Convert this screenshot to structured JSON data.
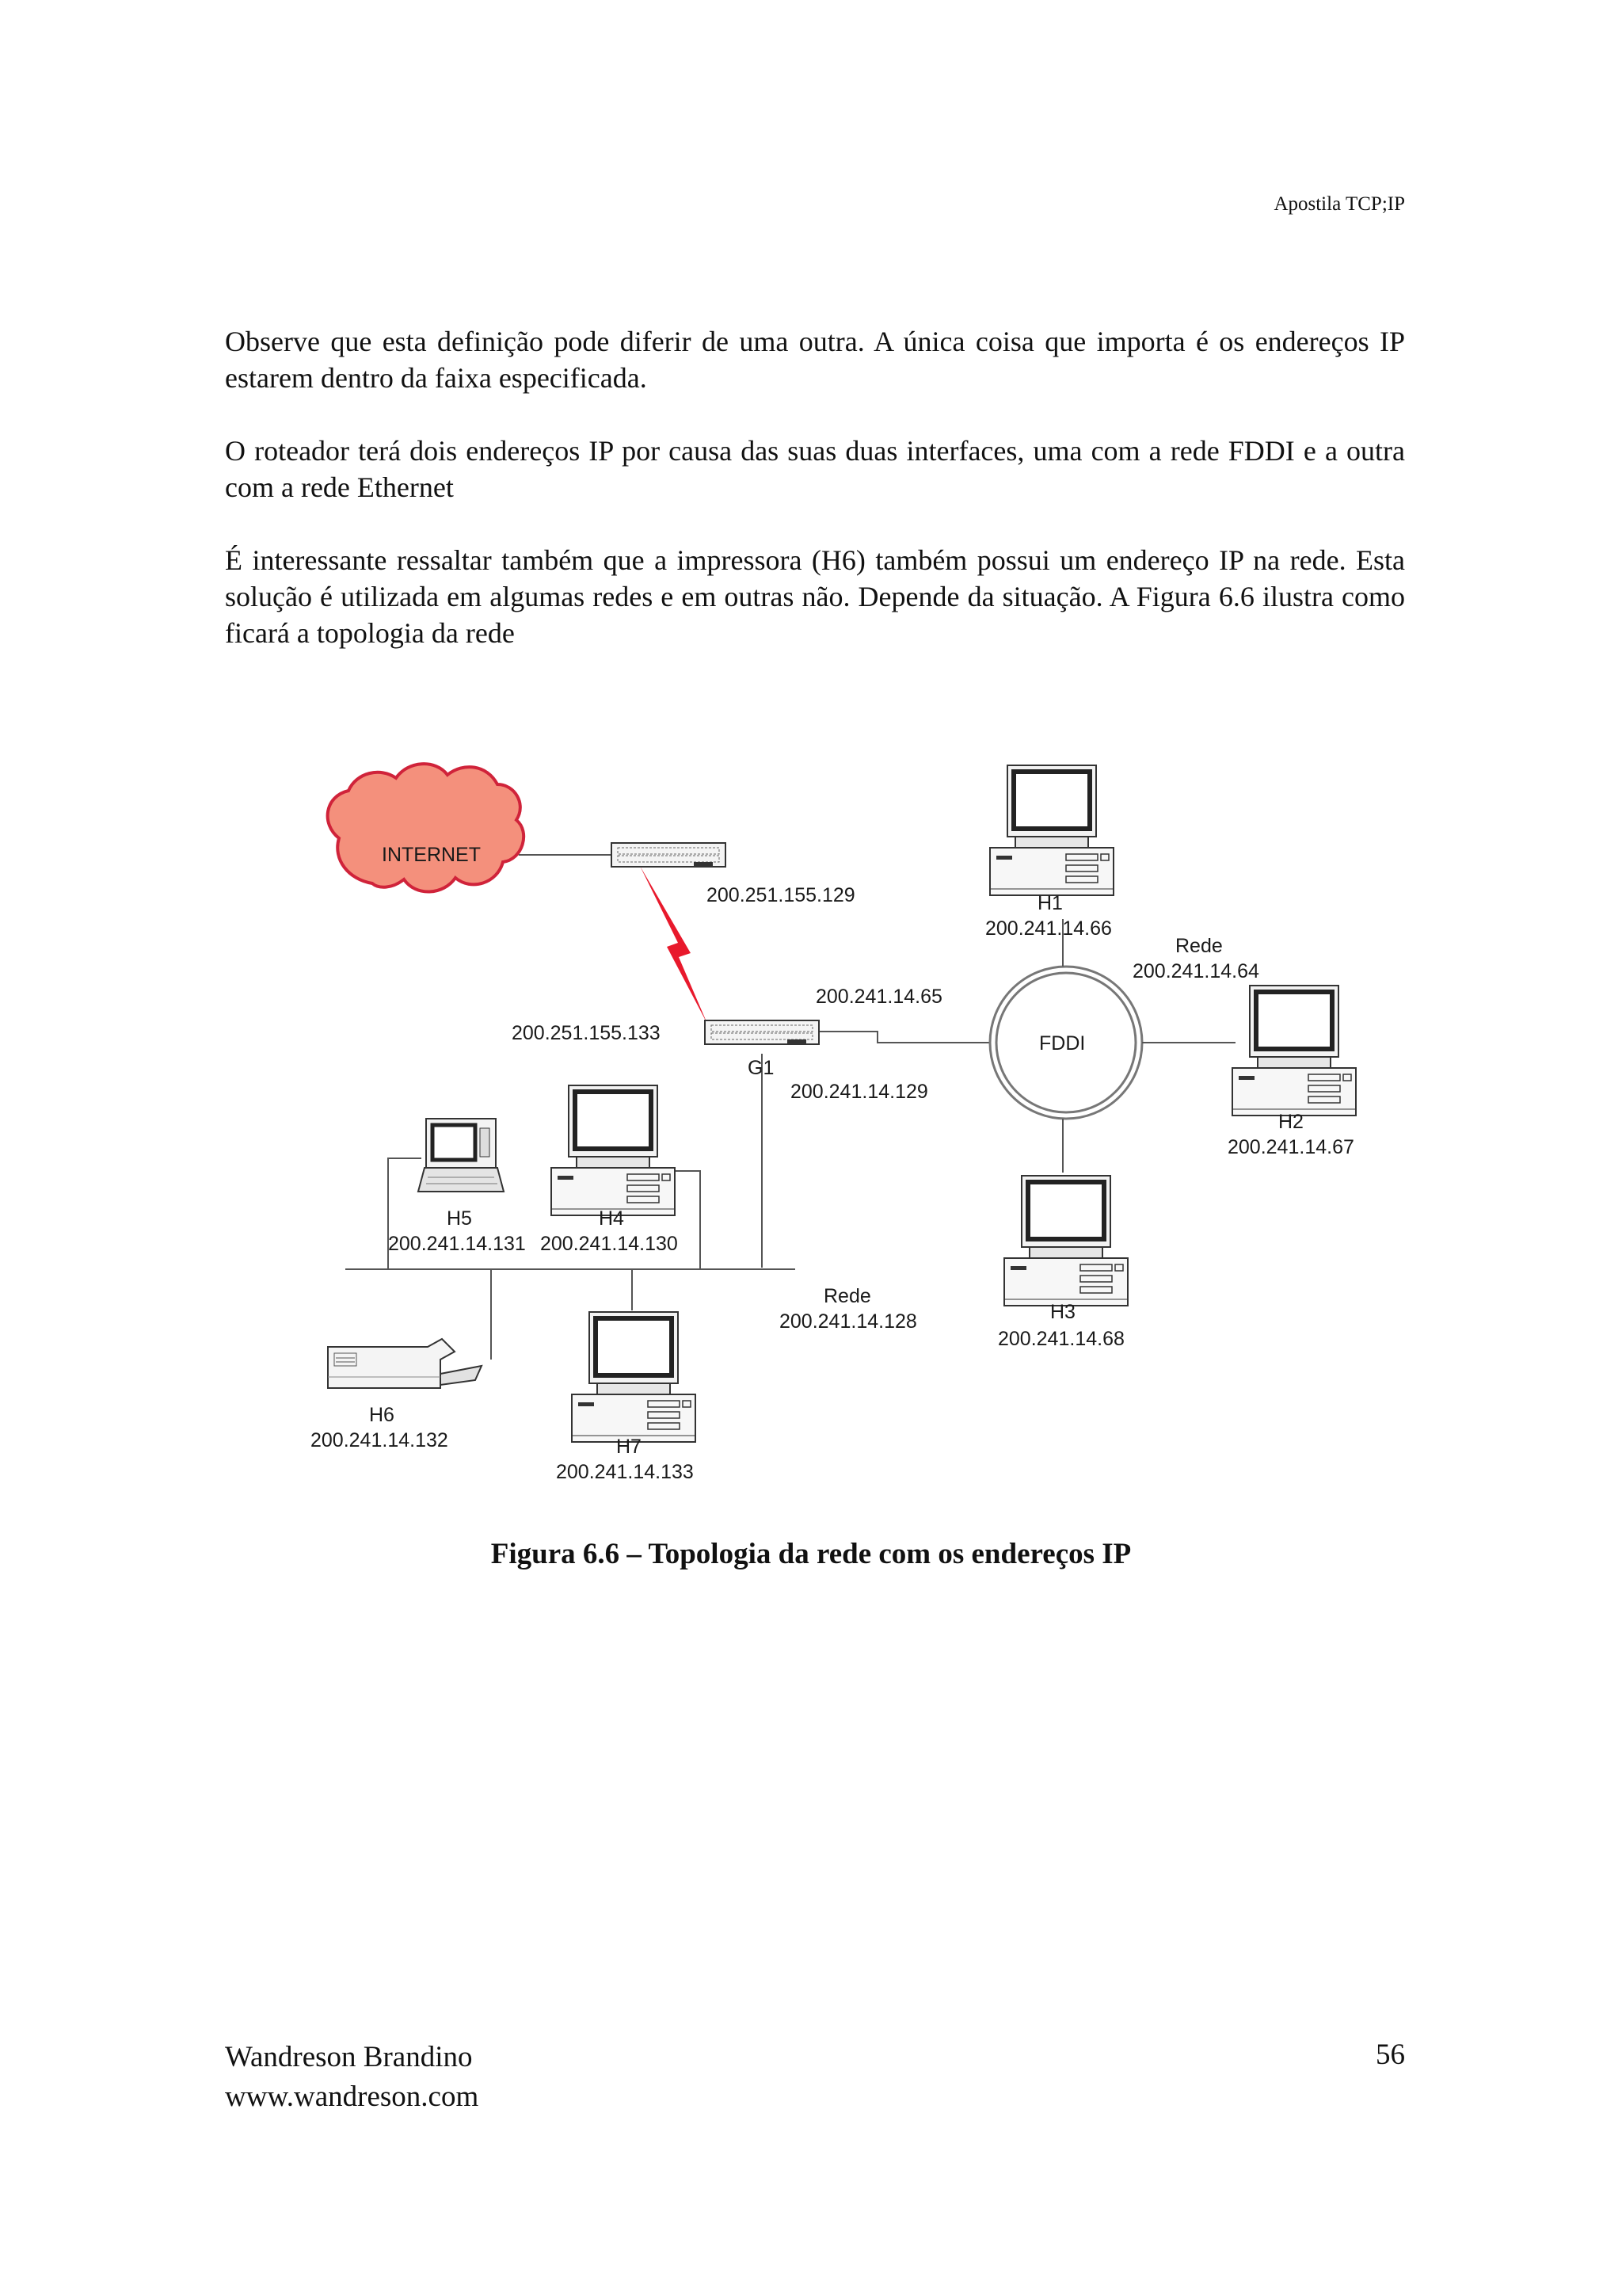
{
  "header": {
    "running_title": "Apostila TCP;IP"
  },
  "body": {
    "paragraph1": "Observe que esta definição pode diferir de uma outra. A única coisa que importa é os endereços IP estarem dentro da faixa especificada.",
    "paragraph2": "O roteador terá dois endereços IP por causa das suas duas interfaces, uma com a rede FDDI e a outra com a rede Ethernet",
    "paragraph3": "É interessante ressaltar também que a impressora (H6) também possui um endereço IP na rede. Esta solução é utilizada em algumas redes e em outras não. Depende da situação. A Figura 6.6 ilustra como ficará a topologia da rede"
  },
  "diagram": {
    "internet_label": "INTERNET",
    "router_top_ip": "200.251.155.129",
    "router_g1_wan_ip": "200.251.155.133",
    "router_g1_label": "G1",
    "router_g1_fddi_ip": "200.241.14.65",
    "router_g1_eth_ip": "200.241.14.129",
    "fddi_label": "FDDI",
    "fddi_net_label": "Rede",
    "fddi_net_ip": "200.241.14.64",
    "eth_net_label": "Rede",
    "eth_net_ip": "200.241.14.128",
    "hosts": {
      "h1": {
        "name": "H1",
        "ip": "200.241.14.66"
      },
      "h2": {
        "name": "H2",
        "ip": "200.241.14.67"
      },
      "h3": {
        "name": "H3",
        "ip": "200.241.14.68"
      },
      "h4": {
        "name": "H4",
        "ip": "200.241.14.130"
      },
      "h5": {
        "name": "H5",
        "ip": "200.241.14.131"
      },
      "h6": {
        "name": "H6",
        "ip": "200.241.14.132"
      },
      "h7": {
        "name": "H7",
        "ip": "200.241.14.133"
      }
    },
    "colors": {
      "internet_cloud": "#f4907c",
      "cloud_outline": "#d0233a",
      "lightning": "#e8192c"
    }
  },
  "caption": "Figura 6.6 – Topologia da rede com os endereços IP",
  "footer": {
    "author": "Wandreson Brandino",
    "website": "www.wandreson.com",
    "page_number": "56"
  }
}
